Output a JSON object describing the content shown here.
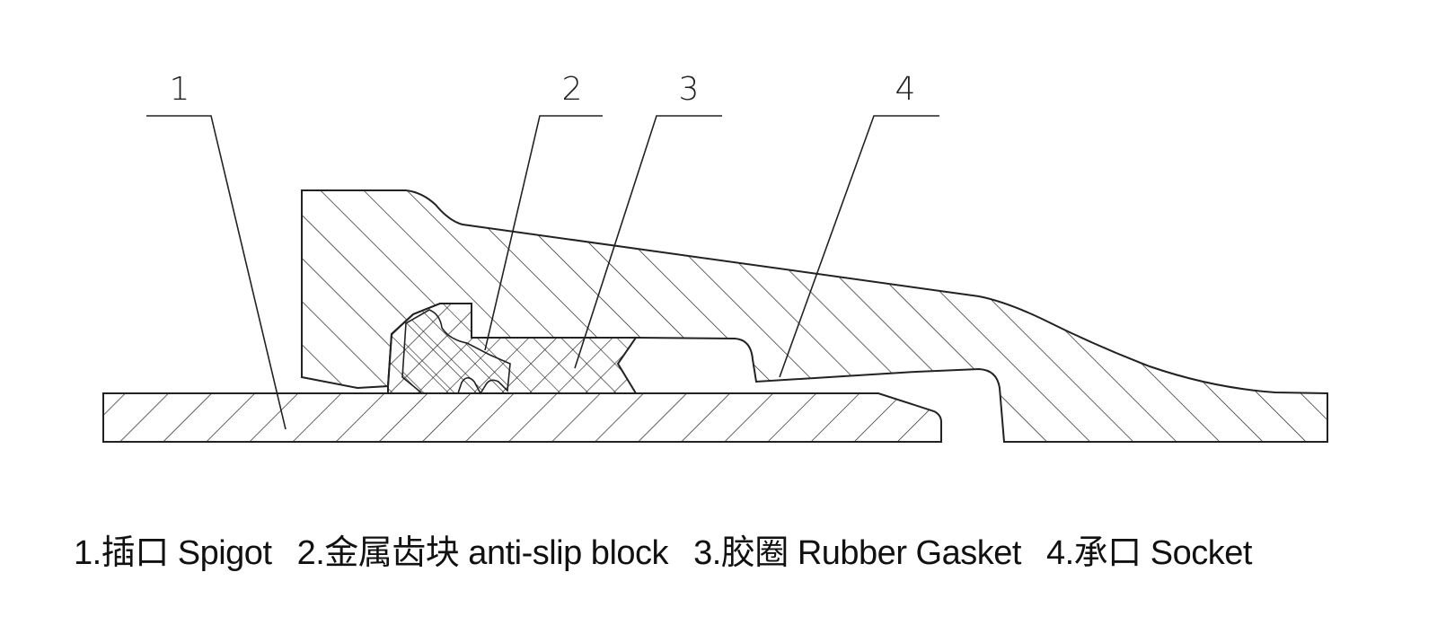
{
  "callouts": [
    {
      "number": "1",
      "part": "Spigot"
    },
    {
      "number": "2",
      "part": "anti-slip block"
    },
    {
      "number": "3",
      "part": "Rubber Gasket"
    },
    {
      "number": "4",
      "part": "Socket"
    }
  ],
  "legend": [
    "1.插口 Spigot",
    "2.金属齿块 anti-slip block",
    "3.胶圈 Rubber Gasket",
    "4.承口 Socket"
  ],
  "colors": {
    "line": "#222222",
    "background": "#ffffff"
  }
}
